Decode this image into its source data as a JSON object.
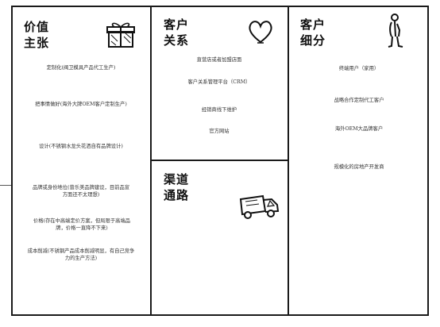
{
  "sections": {
    "value": {
      "title_line1": "价值",
      "title_line2": "主张",
      "icon": "gift-icon",
      "items": [
        "定制化(阀卫模具产品代工生产)",
        "把事情做好(海外大牌OEM客户定制生产)",
        "设计(不锈钢水龙头花洒自有品牌设计)",
        "品牌或身份地位(曾乐美品牌建设，目前品宣方面还不太理想)",
        "价格(存在中高端定价方案，但局限于高端品牌，价格一直降不下来)",
        "成本削减(不锈钢产品成本削减明显，有自己竞争力的生产方法)"
      ]
    },
    "relations": {
      "title_line1": "客户",
      "title_line2": "关系",
      "icon": "heart-icon",
      "items": [
        "直营店或者加盟店面",
        "客户关系管理平台（CRM）",
        "经销商线下维护",
        "官方网站"
      ]
    },
    "segments": {
      "title_line1": "客户",
      "title_line2": "细分",
      "icon": "person-icon",
      "items": [
        "终端用户（家用）",
        "战略合作定制代工客户",
        "海外OEM大品牌客户",
        "规模化的房地产开发商"
      ]
    },
    "channels": {
      "title_line1": "渠道",
      "title_line2": "通路",
      "icon": "truck-icon"
    }
  }
}
